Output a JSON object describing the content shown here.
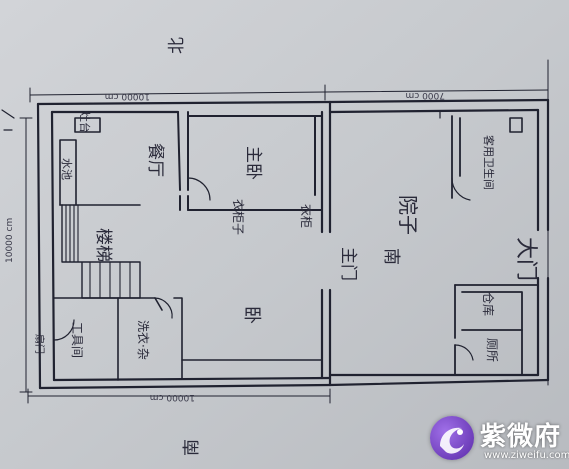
{
  "compass": {
    "north": "北",
    "south": "南"
  },
  "dimensions": {
    "top_left": "10000 cm",
    "top_right": "7000 cm",
    "bottom": "10000 cm",
    "left": "10000 cm"
  },
  "rooms": {
    "kitchen": "灶台",
    "water_pool": "水池",
    "restaurant": "餐厅",
    "master_bedroom": "主卧",
    "wardrobe_left": "衣柜子",
    "wardrobe_right": "衣柜",
    "stairs": "楼梯",
    "tool_room": "工具间",
    "laundry": "洗衣·杂",
    "bedroom": "卧",
    "main_door": "主门",
    "courtyard": "院子",
    "south_dir": "南",
    "guest_bathroom": "客用卫生间",
    "big_gate": "大门",
    "storage": "仓库",
    "toilet": "厕所",
    "bottom_left_note": "扇门"
  },
  "watermark": {
    "name": "紫微府",
    "url": "www.ziweifu.com"
  }
}
